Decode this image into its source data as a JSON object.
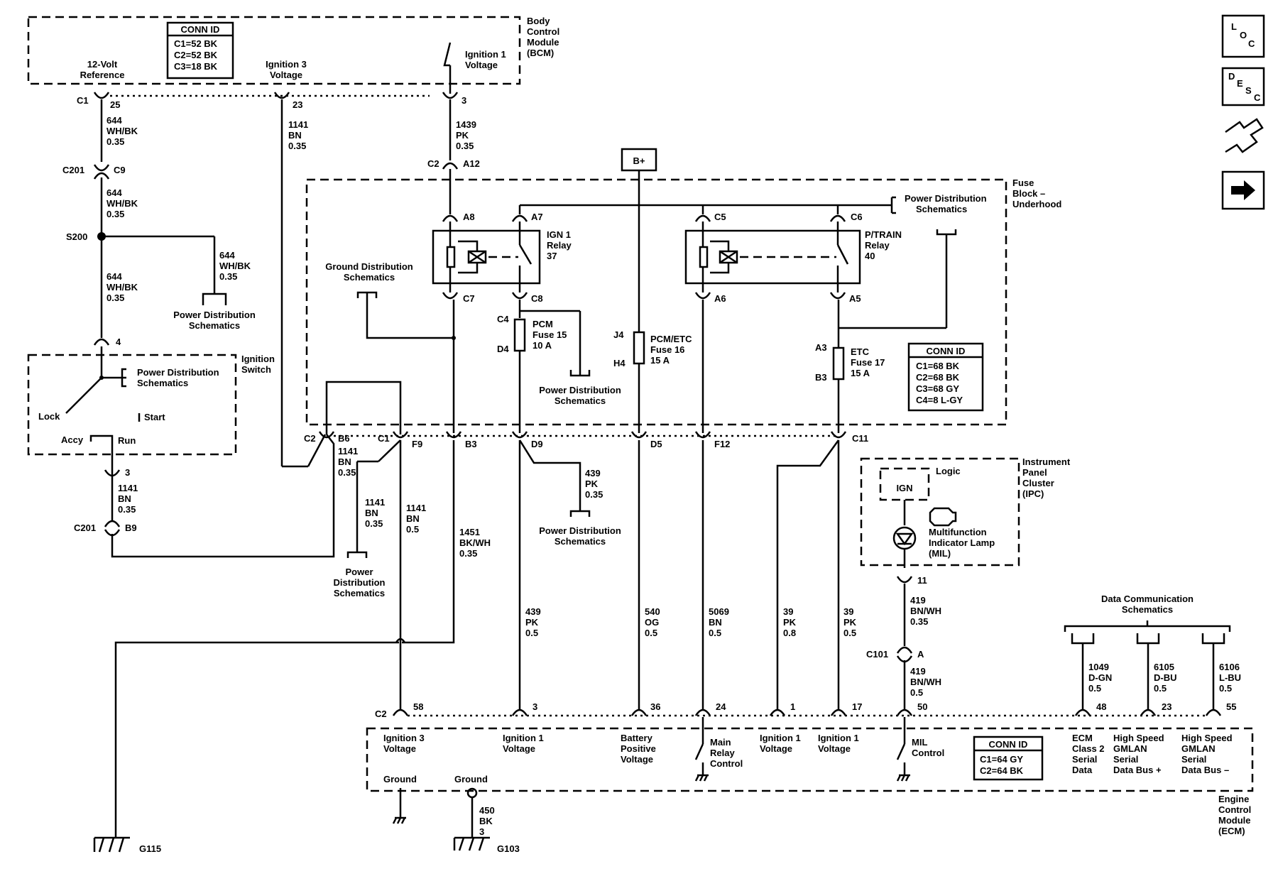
{
  "bcm": {
    "title_lines": [
      "Body",
      "Control",
      "Module",
      "(BCM)"
    ],
    "conn_title": "CONN ID",
    "conn": [
      "C1=52 BK",
      "C2=52 BK",
      "C3=18 BK"
    ],
    "ref_lines": [
      "12-Volt",
      "Reference"
    ],
    "ign3_lines": [
      "Ignition 3",
      "Voltage"
    ],
    "ign1_lines": [
      "Ignition 1",
      "Voltage"
    ],
    "c1": "C1",
    "pin25": "25",
    "pin23": "23",
    "pin3": "3"
  },
  "wires": {
    "w644a": [
      "644",
      "WH/BK",
      "0.35"
    ],
    "w644b": [
      "644",
      "WH/BK",
      "0.35"
    ],
    "w644c": [
      "644",
      "WH/BK",
      "0.35"
    ],
    "w644d": [
      "644",
      "WH/BK",
      "0.35"
    ],
    "w1141top": [
      "1141",
      "BN",
      "0.35"
    ],
    "w1439": [
      "1439",
      "PK",
      "0.35"
    ],
    "w1141isw": [
      "1141",
      "BN",
      "0.35"
    ],
    "w1141b6": [
      "1141",
      "BN",
      "0.35"
    ],
    "w1141l": [
      "1141",
      "BN",
      "0.35"
    ],
    "w1141f9": [
      "1141",
      "BN",
      "0.5"
    ],
    "w1451": [
      "1451",
      "BK/WH",
      "0.35"
    ],
    "w439a": [
      "439",
      "PK",
      "0.35"
    ],
    "w439b": [
      "439",
      "PK",
      "0.5"
    ],
    "w540": [
      "540",
      "OG",
      "0.5"
    ],
    "w5069": [
      "5069",
      "BN",
      "0.5"
    ],
    "w39a": [
      "39",
      "PK",
      "0.8"
    ],
    "w39b": [
      "39",
      "PK",
      "0.5"
    ],
    "w419a": [
      "419",
      "BN/WH",
      "0.35"
    ],
    "w419b": [
      "419",
      "BN/WH",
      "0.5"
    ],
    "w1049": [
      "1049",
      "D-GN",
      "0.5"
    ],
    "w6105": [
      "6105",
      "D-BU",
      "0.5"
    ],
    "w6106": [
      "6106",
      "L-BU",
      "0.5"
    ],
    "w450": [
      "450",
      "BK",
      "3"
    ]
  },
  "conns": {
    "c201": "C201",
    "c9": "C9",
    "s200": "S200",
    "c2": "C2",
    "a12": "A12",
    "a8": "A8",
    "a7": "A7",
    "c5": "C5",
    "c6": "C6",
    "c7": "C7",
    "c8": "C8",
    "a6": "A6",
    "a5": "A5",
    "c4": "C4",
    "d4": "D4",
    "j4": "J4",
    "h4": "H4",
    "a3": "A3",
    "b3": "B3",
    "pin4": "4",
    "pin3b": "3",
    "b9": "B9",
    "b6": "B6",
    "c1b": "C1",
    "f9": "F9",
    "b3b": "B3",
    "d9": "D9",
    "d5": "D5",
    "f12": "F12",
    "c11": "C11",
    "c2b": "C2",
    "pin11": "11",
    "c101": "C101",
    "pinA": "A",
    "e58": "58",
    "e3": "3",
    "e36": "36",
    "e24": "24",
    "e1": "1",
    "e17": "17",
    "e50": "50",
    "e48": "48",
    "e23": "23",
    "e55": "55"
  },
  "fuseblock": {
    "title_lines": [
      "Fuse",
      "Block –",
      "Underhood"
    ],
    "bplus": "B+",
    "pds_lines": [
      "Power Distribution",
      "Schematics"
    ],
    "gnd_lines": [
      "Ground Distribution",
      "Schematics"
    ],
    "ign1relay": [
      "IGN 1",
      "Relay",
      "37"
    ],
    "ptrain": [
      "P/TRAIN",
      "Relay",
      "40"
    ],
    "pcmfuse": [
      "PCM",
      "Fuse 15",
      "10 A"
    ],
    "etcpcm": [
      "PCM/ETC",
      "Fuse 16",
      "15 A"
    ],
    "etcfuse": [
      "ETC",
      "Fuse 17",
      "15 A"
    ],
    "conn_title": "CONN ID",
    "conn": [
      "C1=68 BK",
      "C2=68 BK",
      "C3=68 GY",
      "C4=8 L-GY"
    ]
  },
  "pds": {
    "s200": [
      "Power Distribution",
      "Schematics"
    ],
    "isw": [
      "Power Distribution",
      "Schematics"
    ],
    "pcm": [
      "Power Distribution",
      "Schematics"
    ],
    "d9": [
      "Power Distribution",
      "Schematics"
    ],
    "left": [
      "Power",
      "Distribution",
      "Schematics"
    ]
  },
  "ignswitch": {
    "title_lines": [
      "Ignition",
      "Switch"
    ],
    "lock": "Lock",
    "start": "Start",
    "accy": "Accy",
    "run": "Run"
  },
  "ipc": {
    "title_lines": [
      "Instrument",
      "Panel",
      "Cluster",
      "(IPC)"
    ],
    "logic": "Logic",
    "ign": "IGN",
    "mil_lines": [
      "Multifunction",
      "Indicator Lamp",
      "(MIL)"
    ]
  },
  "dcs": {
    "lines": [
      "Data Communication",
      "Schematics"
    ]
  },
  "ecm": {
    "title_lines": [
      "Engine",
      "Control",
      "Module",
      "(ECM)"
    ],
    "conn_title": "CONN ID",
    "conn": [
      "C1=64 GY",
      "C2=64 BK"
    ],
    "ign3": [
      "Ignition 3",
      "Voltage"
    ],
    "ign1a": [
      "Ignition 1",
      "Voltage"
    ],
    "batt": [
      "Battery",
      "Positive",
      "Voltage"
    ],
    "main": [
      "Main",
      "Relay",
      "Control"
    ],
    "ign1b": [
      "Ignition 1",
      "Voltage"
    ],
    "ign1c": [
      "Ignition 1",
      "Voltage"
    ],
    "mil": [
      "MIL",
      "Control"
    ],
    "class2": [
      "ECM",
      "Class 2",
      "Serial",
      "Data"
    ],
    "hsp": [
      "High Speed",
      "GMLAN",
      "Serial",
      "Data Bus +"
    ],
    "hsn": [
      "High Speed",
      "GMLAN",
      "Serial",
      "Data Bus –"
    ],
    "ground1": "Ground",
    "ground2": "Ground"
  },
  "grounds": {
    "g115": "G115",
    "g103": "G103"
  },
  "sidebar": {
    "loc": [
      "L",
      "O",
      "C"
    ],
    "desc": [
      "D",
      "E",
      "S",
      "C"
    ],
    "icons": [
      "connector-icon",
      "next-arrow-icon"
    ]
  }
}
